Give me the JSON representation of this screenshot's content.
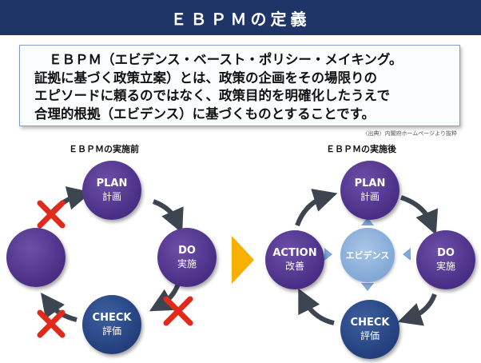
{
  "header": {
    "title": "ＥＢＰＭの定義"
  },
  "definition": {
    "lines": [
      "ＥＢＰＭ（エビデンス・ベースト・ポリシー・メイキング。",
      "証拠に基づく政策立案）とは、政策の企画をその場限りの",
      "エピソードに頼るのではなく、政策目的を明確化したうえで",
      "合理的根拠（エビデンス）に基づくものとすることです。"
    ],
    "source": "（出典）内閣府ホームページより抜粋"
  },
  "before": {
    "title": "ＥＢＰＭの実施前",
    "nodes": {
      "plan": {
        "en": "PLAN",
        "jp": "計画"
      },
      "do": {
        "en": "DO",
        "jp": "実施"
      },
      "check": {
        "en": "CHECK",
        "jp": "評価"
      }
    }
  },
  "after": {
    "title": "ＥＢＰＭの実施後",
    "nodes": {
      "plan": {
        "en": "PLAN",
        "jp": "計画"
      },
      "do": {
        "en": "DO",
        "jp": "実施"
      },
      "check": {
        "en": "CHECK",
        "jp": "評価"
      },
      "action": {
        "en": "ACTION",
        "jp": "改善"
      }
    },
    "center": "エビデンス"
  },
  "colors": {
    "header_bg": "#1f3568",
    "purple_node": "#4a2e86",
    "navy_node": "#233f7c",
    "evidence": "#7fa6d6",
    "arrow": "#3c4550",
    "cross": "#e02a1a",
    "transition_arrow": "#f5b000"
  }
}
